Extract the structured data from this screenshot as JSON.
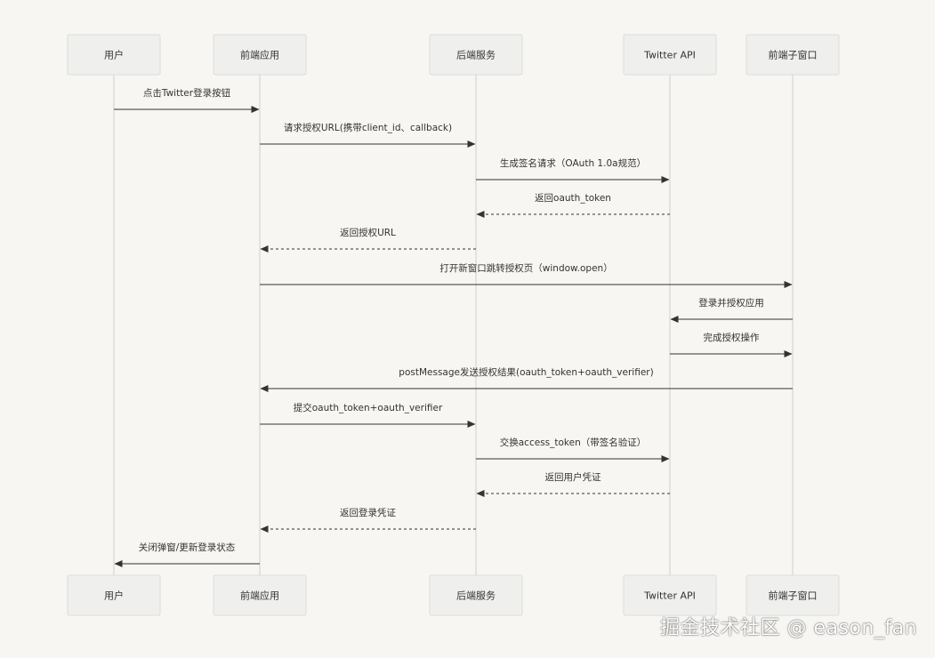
{
  "diagram": {
    "type": "sequence",
    "colors": {
      "background": "#f7f6f2",
      "actor_fill": "#efefed",
      "actor_stroke": "#dcdcd8",
      "lifeline": "#cfcfcb",
      "message": "#333333"
    },
    "actors": [
      {
        "id": "user",
        "label": "用户"
      },
      {
        "id": "frontend",
        "label": "前端应用"
      },
      {
        "id": "backend",
        "label": "后端服务"
      },
      {
        "id": "twitter",
        "label": "Twitter API"
      },
      {
        "id": "popup",
        "label": "前端子窗口"
      }
    ],
    "messages": [
      {
        "from": "user",
        "to": "frontend",
        "label": "点击Twitter登录按钮",
        "style": "solid"
      },
      {
        "from": "frontend",
        "to": "backend",
        "label": "请求授权URL(携带client_id、callback)",
        "style": "solid"
      },
      {
        "from": "backend",
        "to": "twitter",
        "label": "生成签名请求（OAuth 1.0a规范）",
        "style": "solid"
      },
      {
        "from": "twitter",
        "to": "backend",
        "label": "返回oauth_token",
        "style": "dashed"
      },
      {
        "from": "backend",
        "to": "frontend",
        "label": "返回授权URL",
        "style": "dashed"
      },
      {
        "from": "frontend",
        "to": "popup",
        "label": "打开新窗口跳转授权页（window.open）",
        "style": "solid"
      },
      {
        "from": "popup",
        "to": "twitter",
        "label": "登录并授权应用",
        "style": "solid"
      },
      {
        "from": "twitter",
        "to": "popup",
        "label": "完成授权操作",
        "style": "solid"
      },
      {
        "from": "popup",
        "to": "frontend",
        "label": "postMessage发送授权结果(oauth_token+oauth_verifier)",
        "style": "solid"
      },
      {
        "from": "frontend",
        "to": "backend",
        "label": "提交oauth_token+oauth_verifier",
        "style": "solid"
      },
      {
        "from": "backend",
        "to": "twitter",
        "label": "交换access_token（带签名验证）",
        "style": "solid"
      },
      {
        "from": "twitter",
        "to": "backend",
        "label": "返回用户凭证",
        "style": "dashed"
      },
      {
        "from": "backend",
        "to": "frontend",
        "label": "返回登录凭证",
        "style": "dashed"
      },
      {
        "from": "frontend",
        "to": "user",
        "label": "关闭弹窗/更新登录状态",
        "style": "solid"
      }
    ]
  },
  "watermark": "掘金技术社区 @ eason_fan"
}
